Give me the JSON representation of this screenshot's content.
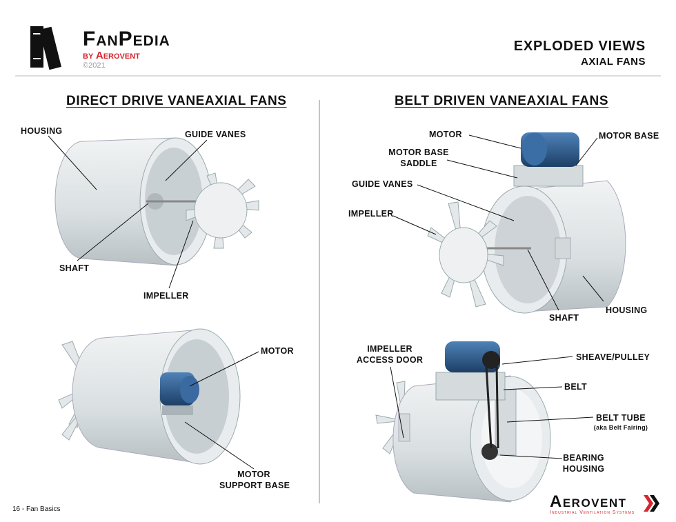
{
  "logo": {
    "name_part1": "Fan",
    "name_part2": "Pedia",
    "by": "by Aerovent",
    "copyright": "©2021"
  },
  "header": {
    "title": "EXPLODED VIEWS",
    "subtitle": "AXIAL FANS"
  },
  "sections": {
    "left": {
      "title": "DIRECT DRIVE VANEAXIAL FANS",
      "labels": {
        "housing": "HOUSING",
        "guide_vanes": "GUIDE VANES",
        "shaft": "SHAFT",
        "impeller": "IMPELLER",
        "motor": "MOTOR",
        "motor_support_base_1": "MOTOR",
        "motor_support_base_2": "SUPPORT BASE"
      }
    },
    "right": {
      "title": "BELT DRIVEN VANEAXIAL FANS",
      "labels": {
        "motor": "MOTOR",
        "motor_base": "MOTOR BASE",
        "saddle_1": "MOTOR BASE",
        "saddle_2": "SADDLE",
        "guide_vanes": "GUIDE VANES",
        "impeller": "IMPELLER",
        "shaft": "SHAFT",
        "housing": "HOUSING",
        "access_door_1": "IMPELLER",
        "access_door_2": "ACCESS DOOR",
        "sheave": "SHEAVE/PULLEY",
        "belt": "BELT",
        "belt_tube": "BELT TUBE",
        "belt_tube_note": "(aka Belt Fairing)",
        "bearing_1": "BEARING",
        "bearing_2": "HOUSING"
      }
    }
  },
  "footer": {
    "page": "16 - Fan Basics",
    "brand": "Aerovent",
    "brand_tagline": "Industrial Ventilation Systems"
  },
  "colors": {
    "accent_red": "#d7262e",
    "housing": "#dde2e4",
    "motor_blue": "#2d5b8e"
  }
}
